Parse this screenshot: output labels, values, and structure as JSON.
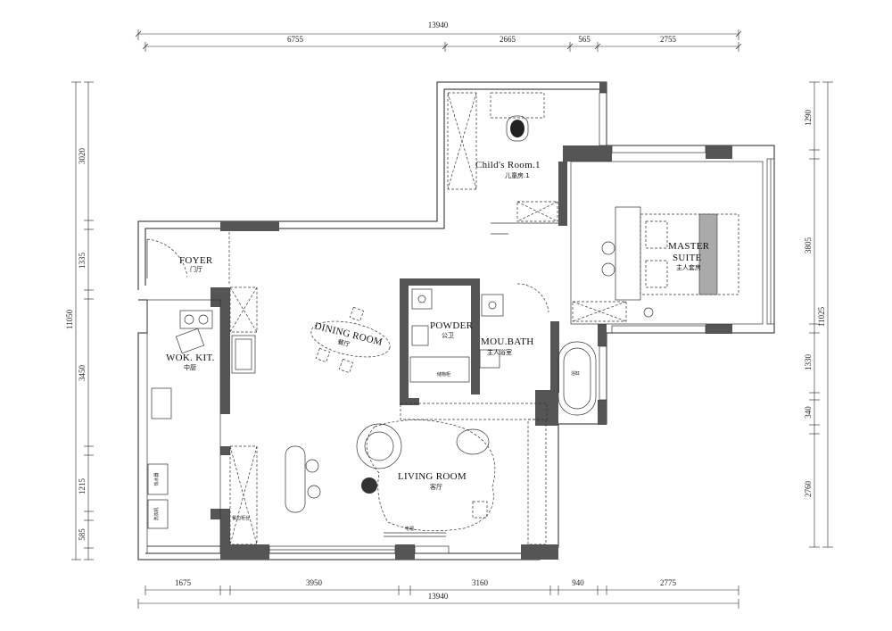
{
  "dimensions": {
    "top_total": "13940",
    "top_segments": [
      "6755",
      "2665",
      "565",
      "2755"
    ],
    "bottom_segments": [
      "1675",
      "3950",
      "3160",
      "940",
      "2775"
    ],
    "bottom_total": "13940",
    "left_total": "11050",
    "left_segments": [
      "3020",
      "1335",
      "3450",
      "1215",
      "585"
    ],
    "right_total": "11025",
    "right_segments": [
      "1290",
      "3805",
      "1330",
      "340",
      "2760"
    ]
  },
  "rooms": {
    "child_en": "Child's Room.1",
    "child_cn": "儿童房.1",
    "master_en_1": "MASTER",
    "master_en_2": "SUITE",
    "master_cn": "主人套房",
    "foyer_en": "FOYER",
    "foyer_cn": "门厅",
    "dining_en": "DINING ROOM",
    "dining_cn": "餐厅",
    "powder_en": "POWDER",
    "powder_cn": "公卫",
    "moubath_en": "MOU.BATH",
    "moubath_cn": "主人浴室",
    "wok_en": "WOK. KIT.",
    "wok_cn": "中厨",
    "living_en": "LIVING ROOM",
    "living_cn": "客厅"
  },
  "fixtures": {
    "bathtub": "浴缸",
    "laundry": "储物柜",
    "water_heater": "热水器",
    "washer": "洗衣机",
    "cabinet": "餐边柜台",
    "tv": "电视"
  }
}
